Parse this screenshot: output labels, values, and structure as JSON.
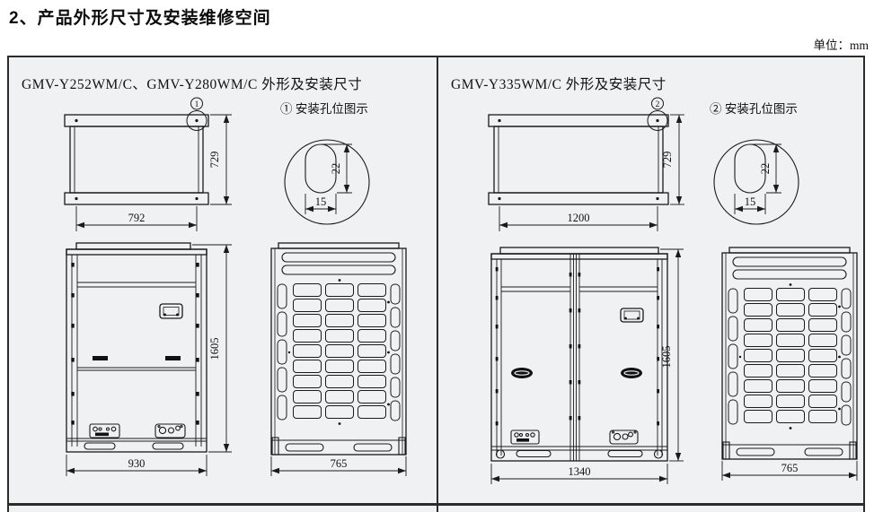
{
  "page": {
    "title": "2、产品外形尺寸及安装维修空间",
    "unit_label": "单位：mm"
  },
  "panels": [
    {
      "header": "GMV-Y252WM/C、GMV-Y280WM/C 外形及安装尺寸",
      "marker": "1",
      "hole_diagram": {
        "label": "① 安装孔位图示",
        "hole_width": "15",
        "hole_height": "22"
      },
      "top_view": {
        "width": "792",
        "depth": "729"
      },
      "front_view": {
        "width": "930",
        "height": "1605"
      },
      "side_view": {
        "width": "765"
      }
    },
    {
      "header": "GMV-Y335WM/C 外形及安装尺寸",
      "marker": "2",
      "hole_diagram": {
        "label": "② 安装孔位图示",
        "hole_width": "15",
        "hole_height": "22"
      },
      "top_view": {
        "width": "1200",
        "depth": "729"
      },
      "front_view": {
        "width": "1340",
        "height": "1605"
      },
      "side_view": {
        "width": "765"
      }
    }
  ],
  "colors": {
    "line": "#1a1a1a",
    "panel_bg": "#f0f1f2",
    "page_bg": "#ffffff"
  }
}
